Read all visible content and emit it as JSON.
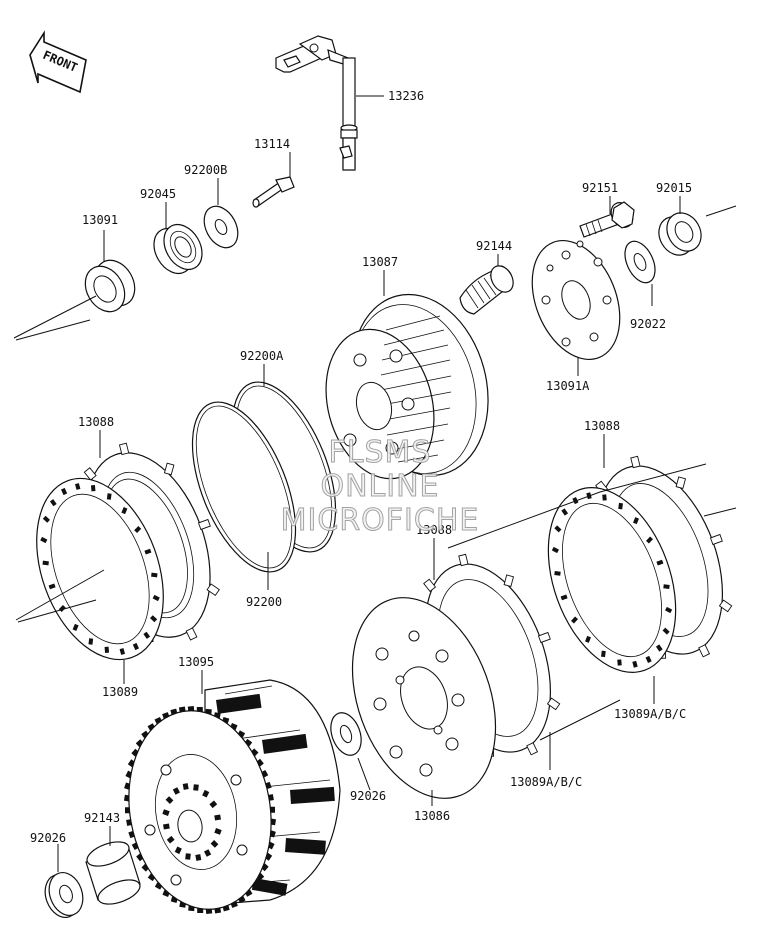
{
  "front_label": "FRONT",
  "watermark": {
    "line1": "FLSMS",
    "line2": "ONLINE",
    "line3": "MICROFICHE"
  },
  "parts": {
    "p13236": "13236",
    "p13114": "13114",
    "p92200b": "92200B",
    "p92045": "92045",
    "p13091": "13091",
    "p92151": "92151",
    "p92015": "92015",
    "p92144": "92144",
    "p13087": "13087",
    "p92022": "92022",
    "p13091a": "13091A",
    "p92200a": "92200A",
    "p13088_left": "13088",
    "p13088_right": "13088",
    "p13088_mid": "13088",
    "p92200": "92200",
    "p13089": "13089",
    "p13095": "13095",
    "p13089abc_right": "13089A/B/C",
    "p13089abc_mid": "13089A/B/C",
    "p92026_mid": "92026",
    "p13086": "13086",
    "p92143": "92143",
    "p92026_left": "92026"
  }
}
